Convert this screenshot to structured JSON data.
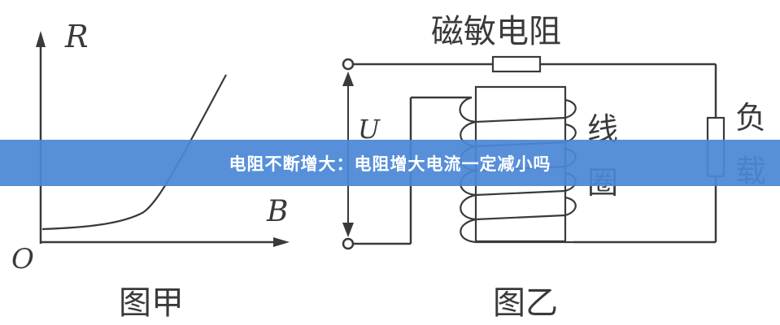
{
  "graph_a": {
    "y_axis_label": "R",
    "x_axis_label": "B",
    "origin_label": "O",
    "caption": "图甲"
  },
  "graph_b": {
    "title": "磁敏电阻",
    "voltage_label": "U",
    "coil_label_1": "线",
    "coil_label_2": "圈",
    "load_label_1": "负",
    "load_label_2": "载",
    "caption": "图乙"
  },
  "banner": {
    "text": "电阻不断增大：电阻增大电流一定减小吗"
  },
  "colors": {
    "line": "#3a3a3a",
    "banner": "#4a88d6"
  }
}
